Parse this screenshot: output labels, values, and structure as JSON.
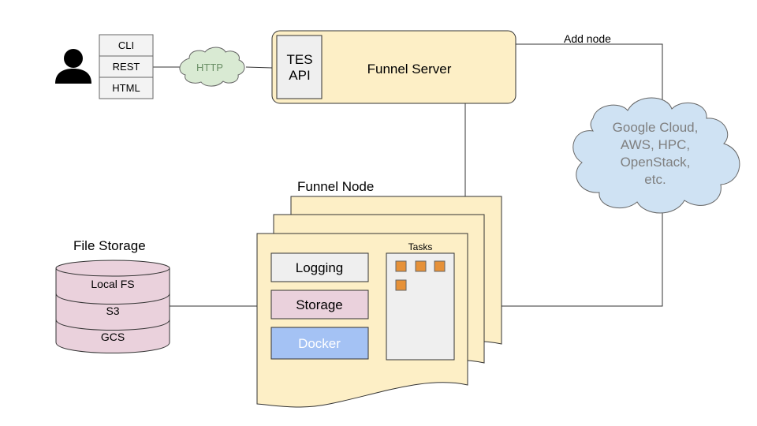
{
  "client": {
    "interfaces": [
      "CLI",
      "REST",
      "HTML"
    ],
    "protocol": "HTTP"
  },
  "server": {
    "api_label_line1": "TES",
    "api_label_line2": "API",
    "title": "Funnel Server"
  },
  "cloud": {
    "edge_label": "Add node",
    "lines": [
      "Google Cloud,",
      "AWS, HPC,",
      "OpenStack,",
      "etc."
    ]
  },
  "node": {
    "title": "Funnel Node",
    "components": [
      "Logging",
      "Storage",
      "Docker"
    ],
    "tasks_label": "Tasks",
    "task_count": 4
  },
  "storage": {
    "title": "File Storage",
    "layers": [
      "Local FS",
      "S3",
      "GCS"
    ]
  },
  "colors": {
    "server_fill": "#fdefc6",
    "node_fill": "#fdefc6",
    "cloud_fill": "#cfe2f3",
    "http_cloud_fill": "#d9ead3",
    "storage_fill": "#ead1dc",
    "logging_fill": "#efefef",
    "storage_component_fill": "#ead1dc",
    "docker_fill": "#a4c2f4",
    "task_fill": "#e69138"
  }
}
